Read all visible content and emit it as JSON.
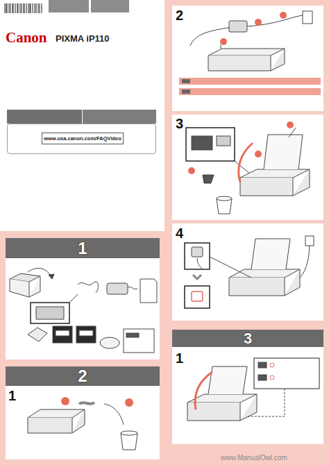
{
  "diagram": {
    "nodes": [
      {
        "text": [
          "www.usa.canon.com/FAQVideo"
        ]
      },
      {
        "text": [
          "1"
        ]
      },
      {
        "text": [
          "2"
        ]
      },
      {
        "text": [
          "3"
        ]
      }
    ],
    "labels": [
      "Canon",
      "PIXMA iP110",
      "1",
      "2",
      "3",
      "4",
      "1",
      "www.ManualOwl.com"
    ]
  }
}
